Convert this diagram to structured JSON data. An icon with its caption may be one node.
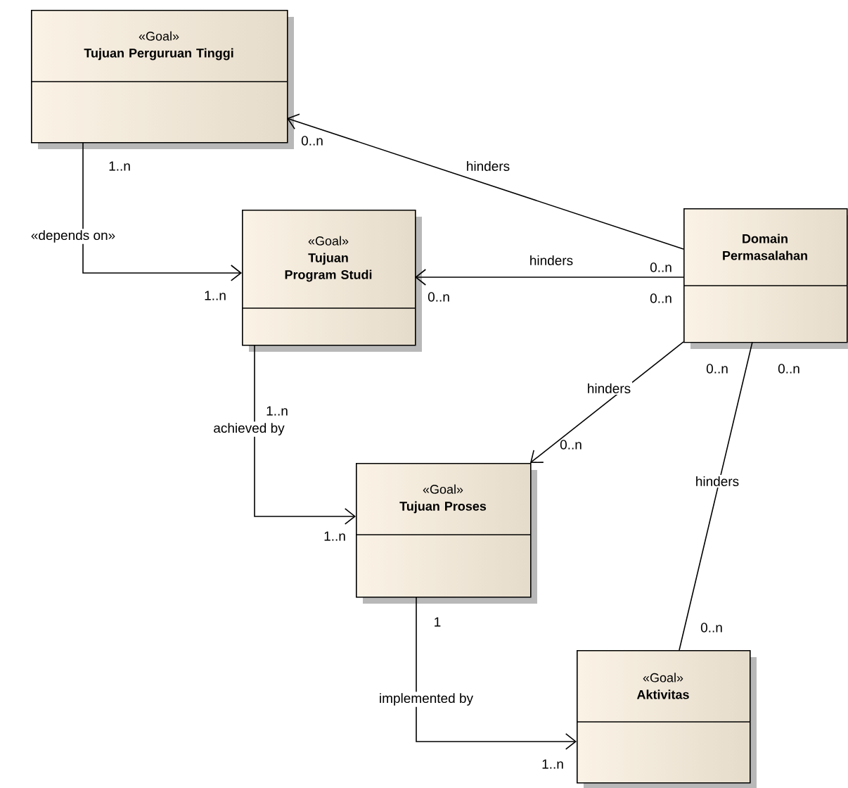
{
  "diagram": {
    "nodes": [
      {
        "text": [
          "«Goal»",
          "Tujuan Perguruan Tinggi"
        ]
      },
      {
        "text": [
          "«Goal»",
          "Tujuan Program Studi"
        ]
      },
      {
        "text": [
          "Domain Permasalahan"
        ]
      },
      {
        "text": [
          "«Goal»",
          "Tujuan Proses"
        ]
      },
      {
        "text": [
          "«Goal»",
          "Aktivitas"
        ]
      }
    ],
    "edges": [
      {
        "from": 0,
        "to": 1,
        "arrow": "to",
        "label": "«depends on»"
      },
      {
        "from": 2,
        "to": 0,
        "arrow": "to",
        "label": "hinders"
      },
      {
        "from": 2,
        "to": 1,
        "arrow": "to",
        "label": "hinders"
      },
      {
        "from": 2,
        "to": 3,
        "arrow": "to",
        "label": "hinders"
      },
      {
        "from": 1,
        "to": 3,
        "arrow": "to",
        "label": "achieved by"
      },
      {
        "from": 3,
        "to": 4,
        "arrow": "to",
        "label": "implemented by"
      },
      {
        "from": 2,
        "to": 4,
        "arrow": "none",
        "label": "hinders"
      }
    ],
    "labels": [
      "0..n",
      "1..n",
      "0..n",
      "1..n",
      "0..n",
      "0..n",
      "0..n",
      "0..n",
      "1..n",
      "0..n",
      "1..n",
      "1",
      "0..n",
      "1..n"
    ]
  }
}
